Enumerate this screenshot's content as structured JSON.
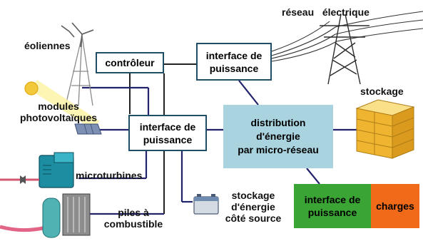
{
  "labels": {
    "reseau": "réseau   électrique",
    "eoliennes": "éoliennes",
    "modules": "modules\nphotovoltaïques",
    "microturbines": "microturbines",
    "piles": "piles à\ncombustible",
    "stockage_top": "stockage",
    "stockage_source": "stockage\nd'énergie\ncôté source"
  },
  "boxes": {
    "controleur": "contrôleur",
    "interface_top": "interface de\npuissance",
    "interface_mid": "interface de\npuissance",
    "distribution": "distribution\nd'énergie\npar micro-réseau",
    "interface_charges": "interface de\npuissance",
    "charges": "charges"
  },
  "colors": {
    "navy_line": "#23236b",
    "box_border": "#1f4e66",
    "distribution_fill": "#a9d3df",
    "interface_green": "#3aa535",
    "charges_orange": "#f06a1a",
    "gold": "#f2c13e"
  }
}
